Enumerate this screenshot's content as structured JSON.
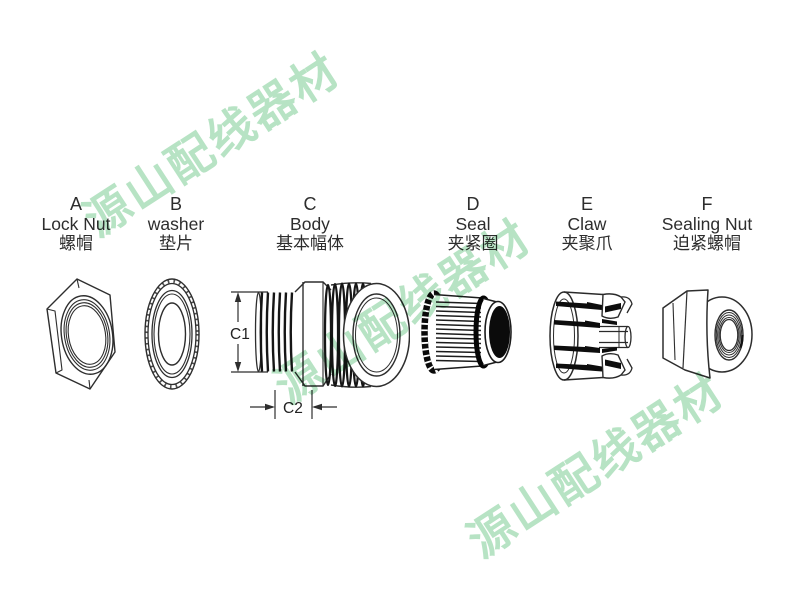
{
  "watermark": {
    "text": "源山配线器材",
    "color": "#b7e3c4"
  },
  "ink_color": "#2e2e2e",
  "components": [
    {
      "letter": "A",
      "name_en": "Lock Nut",
      "name_zh": "螺帽"
    },
    {
      "letter": "B",
      "name_en": "washer",
      "name_zh": "垫片"
    },
    {
      "letter": "C",
      "name_en": "Body",
      "name_zh": "基本幅体"
    },
    {
      "letter": "D",
      "name_en": "Seal",
      "name_zh": "夹紧圈"
    },
    {
      "letter": "E",
      "name_en": "Claw",
      "name_zh": "夹聚爪"
    },
    {
      "letter": "F",
      "name_en": "Sealing Nut",
      "name_zh": "迫紧螺帽"
    }
  ],
  "dimensions": {
    "c1_label": "C1",
    "c2_label": "C2"
  }
}
